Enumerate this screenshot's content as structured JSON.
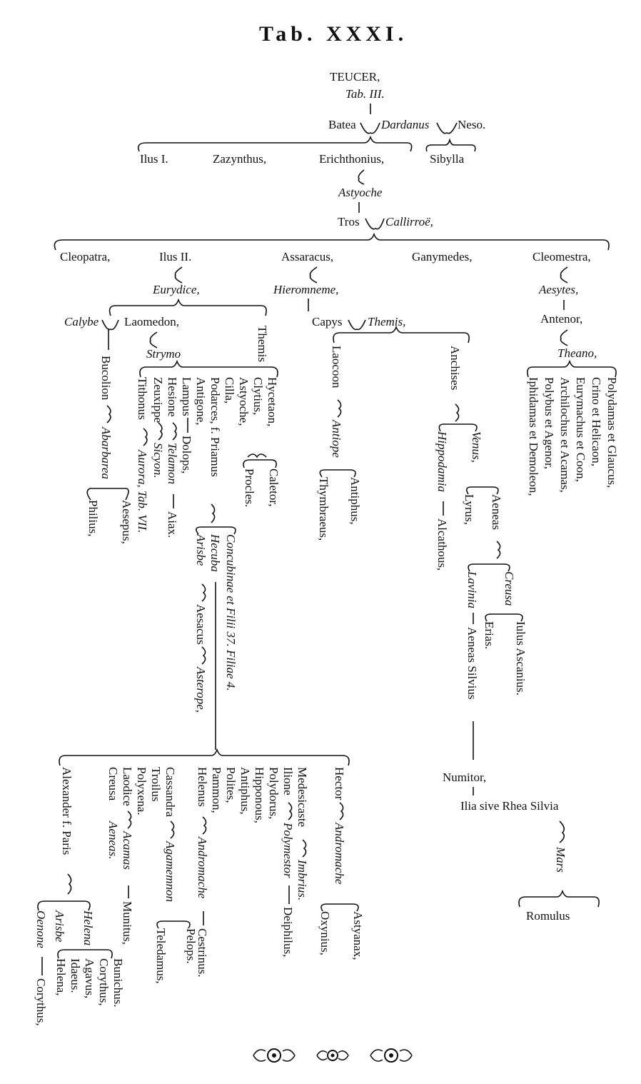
{
  "title": "Tab. XXXI.",
  "gen0": {
    "teucer": "TEUCER,",
    "teucer_ref": "Tab. III."
  },
  "gen1": {
    "batea": "Batea",
    "dardanus": "Dardanus",
    "neso": "Neso."
  },
  "gen2": {
    "ilus1": "Ilus I.",
    "zazynthus": "Zazynthus,",
    "erichthonius": "Erichthonius,",
    "sibylla": "Sibylla"
  },
  "gen3": {
    "astyoche": "Astyoche",
    "tros": "Tros",
    "callirrhoe": "Callirroë,"
  },
  "gen4": {
    "cleopatra": "Cleopatra,",
    "ilus2": "Ilus II.",
    "assaracus": "Assaracus,",
    "ganymedes": "Ganymedes,",
    "cleomestra": "Cleomestra,"
  },
  "gen5": {
    "eurydice": "Eurydice,",
    "hieromneme": "Hieromneme,",
    "aesytes": "Aesytes,",
    "antenor": "Antenor,",
    "theano": "Theano,"
  },
  "laomedon_line": {
    "calybe": "Calybe",
    "laomedon": "Laomedon,",
    "themis1": "Themis",
    "strymo": "Strymo",
    "capys": "Capys",
    "themis2": "Themis,"
  },
  "vertical_texts": {
    "bucolion": "Bucolion",
    "abarbarea": "Abarbarea",
    "philius": "Philius,",
    "aesepus": "Aesepus,",
    "tithonus": "Tithonus",
    "aurora": "Aurora, Tab. VII.",
    "zeuxippe": "Zeuxippe",
    "sicyon": "Sicyon.",
    "hesione": "Hesione",
    "telamon": "Telamon",
    "aiax": "Aiax.",
    "lampus": "Lampus",
    "dolops": "Dolops,",
    "antigone": "Antigone,",
    "podarces": "Podarces, f. Priamus",
    "cilla": "Cilla,",
    "astyoche2": "Astyoche,",
    "clytius": "Clytius,",
    "procles": "Procles.",
    "hycetaon": "Hycetaon,",
    "caletor": "Caletor,",
    "arisbe": "Arisbe",
    "aesacus": "Aesacus",
    "asterope": "Asterope,",
    "hecuba": "Hecuba",
    "concubinae": "Concubinae et Filii 37. Filiae 4.",
    "laocoon": "Laocoon",
    "antiope": "Antiope",
    "thymbraeus": "Thymbraeus,",
    "antiphus": "Antiphus,",
    "anchises": "Anchises",
    "venus": "Venus,",
    "hippodamia": "Hippodamia",
    "alcathous": "Alcathous,",
    "lyrus": "Lyrus,",
    "aeneas": "Aeneas",
    "creusa": "Creusa",
    "lavinia": "Lavinia",
    "aeneas_silvius": "Aeneas Silvius",
    "erias": "Erias.",
    "iulus": "Iulus Ascanius.",
    "antenor_sons_1": "Polydamas et Glaucus,",
    "antenor_sons_2": "Crino et Helicaon,",
    "antenor_sons_3": "Eurymachus et Coon,",
    "antenor_sons_4": "Archilochus et Acamas,",
    "antenor_sons_5": "Polybus et Agenor,",
    "antenor_sons_6": "Iphidamas et Demoleon,",
    "alexander": "Alexander f. Paris",
    "oenone": "Oenone",
    "corythus1": "Corythus,",
    "arisbe2": "Arisbe",
    "helena1": "Helena",
    "helena2": "Helena,",
    "idaeus": "Idaeus.",
    "agavus": "Agavus,",
    "corythus2": "Corythus,",
    "bunichus": "Bunichus.",
    "creusa2": "Creusa",
    "aeneas2": "Aeneas.",
    "laodice": "Laodice",
    "acamas": "Acamas",
    "munitus": "Munitus,",
    "polyxena": "Polyxena.",
    "troilus": "Troilus",
    "cassandra": "Cassandra",
    "agamemnon": "Agamemnon",
    "teledamus": "Teledamus,",
    "pelops": "Pelops.",
    "helenus": "Helenus",
    "andromache": "Andromache",
    "cestrinus": "Cestrinus.",
    "pammon": "Pammon,",
    "polites": "Polites,",
    "antiphus2": "Antiphus,",
    "hipponous": "Hipponous,",
    "polydorus": "Polydorus,",
    "ilione": "Ilione",
    "polymestor": "Polymestor",
    "deiphilus": "Deiphilus,",
    "medesicaste": "Medesicaste",
    "imbrius": "Imbrius.",
    "hector": "Hector",
    "andromache2": "Andromache",
    "oxynius": "Oxynius,",
    "astyanax": "Astyanax,"
  },
  "roman_line": {
    "numitor": "Numitor,",
    "ilia": "Ilia sive Rhea Silvia",
    "mars": "Mars",
    "romulus": "Romulus"
  }
}
